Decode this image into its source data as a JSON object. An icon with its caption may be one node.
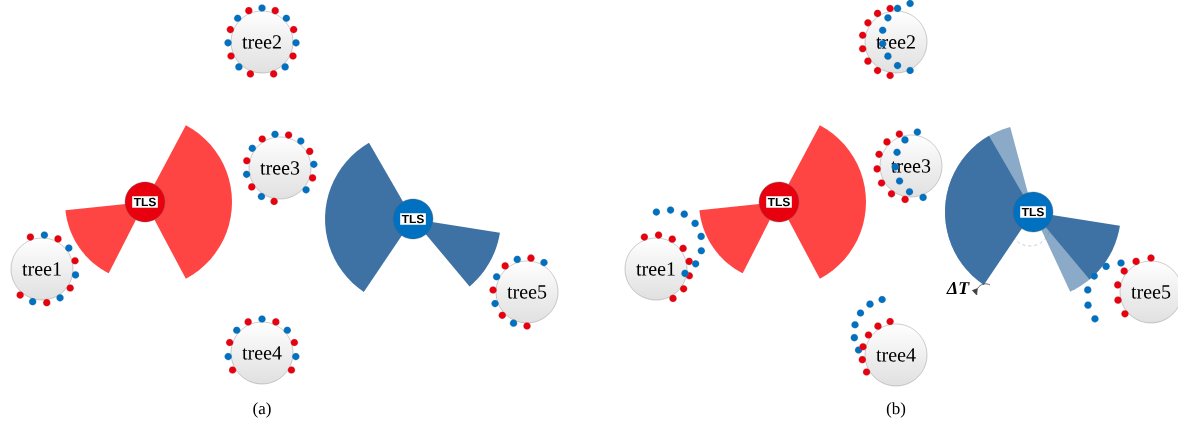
{
  "diagram": {
    "nodes": [
      {
        "text": [
          "tree2"
        ]
      },
      {
        "text": [
          "tree3"
        ]
      },
      {
        "text": [
          "TLS"
        ]
      },
      {
        "text": [
          "TLS"
        ]
      },
      {
        "text": [
          "tree1"
        ]
      },
      {
        "text": [
          "tree5"
        ]
      },
      {
        "text": [
          "tree4"
        ]
      },
      {
        "text": [
          "tree2"
        ]
      },
      {
        "text": [
          "tree3"
        ]
      },
      {
        "text": [
          "TLS"
        ]
      },
      {
        "text": [
          "TLS"
        ]
      },
      {
        "text": [
          "tree1"
        ]
      },
      {
        "text": [
          "tree5"
        ]
      },
      {
        "text": [
          "tree4"
        ]
      }
    ],
    "edges": [],
    "labels": [
      "ΔT",
      "(a)",
      "(b)"
    ]
  }
}
